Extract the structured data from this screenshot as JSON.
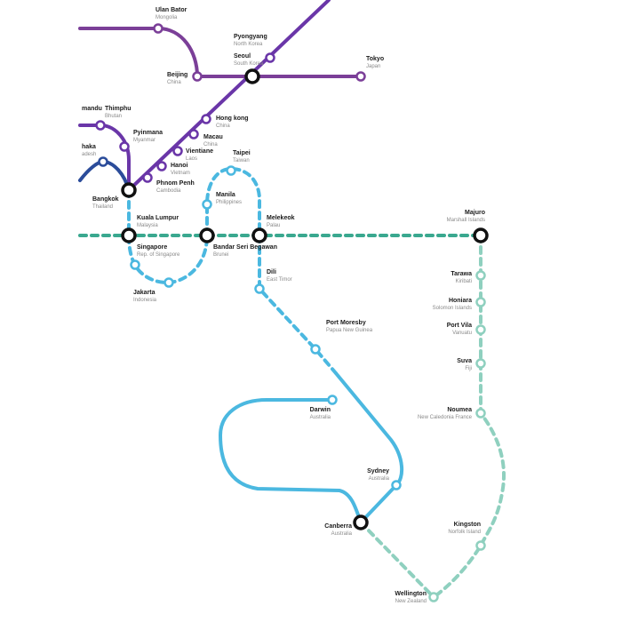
{
  "map": {
    "colors": {
      "purple": "#7b3f98",
      "violet": "#6a36a8",
      "navy": "#2b4c9a",
      "cyan": "#4bb8e0",
      "teal": "#3aa88f",
      "mint": "#8fd0bf",
      "interchange": "#111111"
    },
    "stations": [
      {
        "id": "ulan-bator",
        "city": "Ulan Bator",
        "country": "Mongolia"
      },
      {
        "id": "pyongyang",
        "city": "Pyongyang",
        "country": "North Korea"
      },
      {
        "id": "seoul",
        "city": "Seoul",
        "country": "South Korea"
      },
      {
        "id": "beijing",
        "city": "Beijing",
        "country": "China"
      },
      {
        "id": "tokyo",
        "city": "Tokyo",
        "country": "Japan"
      },
      {
        "id": "mandu",
        "city": "mandu",
        "country": ""
      },
      {
        "id": "thimphu",
        "city": "Thimphu",
        "country": "Bhutan"
      },
      {
        "id": "hong-kong",
        "city": "Hong kong",
        "country": "China"
      },
      {
        "id": "pyinmana",
        "city": "Pyinmana",
        "country": "Myanmar"
      },
      {
        "id": "macau",
        "city": "Macau",
        "country": "China"
      },
      {
        "id": "dhaka",
        "city": "haka",
        "country": "adesh"
      },
      {
        "id": "vientiane",
        "city": "Vientiane",
        "country": "Laos"
      },
      {
        "id": "taipei",
        "city": "Taipei",
        "country": "Taiwan"
      },
      {
        "id": "hanoi",
        "city": "Hanoi",
        "country": "Vietnam"
      },
      {
        "id": "phnom-penh",
        "city": "Phnom Penh",
        "country": "Cambodia"
      },
      {
        "id": "bangkok",
        "city": "Bangkok",
        "country": "Thailand"
      },
      {
        "id": "manila",
        "city": "Manila",
        "country": "Philippines"
      },
      {
        "id": "kuala-lumpur",
        "city": "Kuala Lumpur",
        "country": "Malaysia"
      },
      {
        "id": "melekeok",
        "city": "Melekeok",
        "country": "Palau"
      },
      {
        "id": "majuro",
        "city": "Majuro",
        "country": "Marshall Islands"
      },
      {
        "id": "singapore",
        "city": "Singapore",
        "country": "Rep. of Singapore"
      },
      {
        "id": "bandar-seri-begawan",
        "city": "Bandar Seri Begawan",
        "country": "Brunei"
      },
      {
        "id": "dili",
        "city": "Dili",
        "country": "East Timor"
      },
      {
        "id": "tarawa",
        "city": "Tarawa",
        "country": "Kiribati"
      },
      {
        "id": "jakarta",
        "city": "Jakarta",
        "country": "Indonesia"
      },
      {
        "id": "honiara",
        "city": "Honiara",
        "country": "Solomon Islands"
      },
      {
        "id": "port-moresby",
        "city": "Port Moresby",
        "country": "Papua New Guinea"
      },
      {
        "id": "port-vila",
        "city": "Port Vila",
        "country": "Vanuatu"
      },
      {
        "id": "suva",
        "city": "Suva",
        "country": "Fiji"
      },
      {
        "id": "darwin",
        "city": "Darwin",
        "country": "Australia"
      },
      {
        "id": "noumea",
        "city": "Noumea",
        "country": "New Caledonia France"
      },
      {
        "id": "sydney",
        "city": "Sydney",
        "country": "Australia"
      },
      {
        "id": "canberra",
        "city": "Canberra",
        "country": "Australia"
      },
      {
        "id": "kingston",
        "city": "Kingston",
        "country": "Norfolk Island"
      },
      {
        "id": "wellington",
        "city": "Wellington",
        "country": "New Zealand"
      }
    ]
  }
}
